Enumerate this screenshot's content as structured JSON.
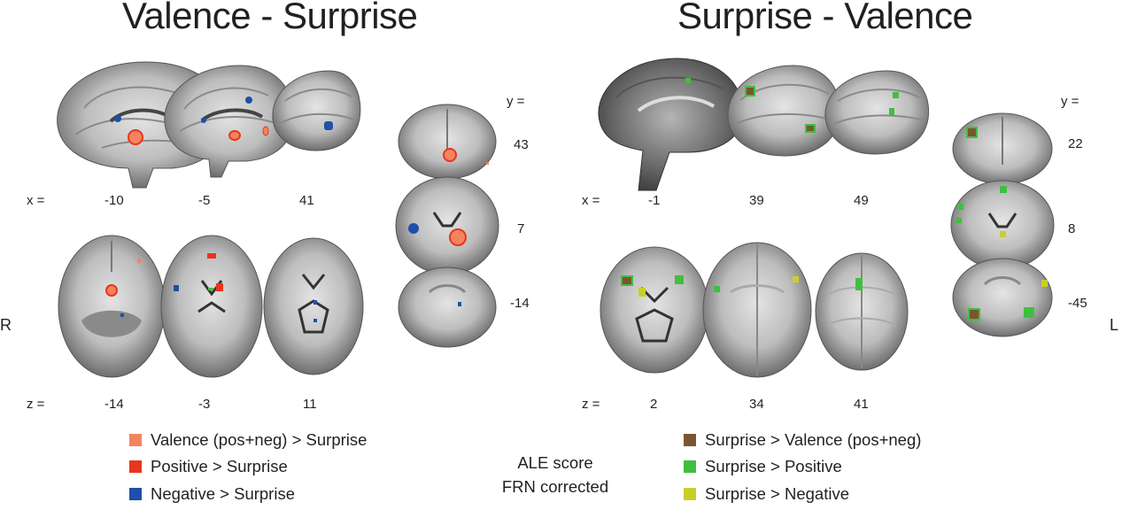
{
  "panels": {
    "left": {
      "title": "Valence - Surprise",
      "x_prefix": "x =",
      "x_values": [
        "-10",
        "-5",
        "41"
      ],
      "z_prefix": "z =",
      "z_values": [
        "-14",
        "-3",
        "11"
      ],
      "y_prefix": "y =",
      "y_values": [
        "43",
        "7",
        "-14"
      ]
    },
    "right": {
      "title": "Surprise - Valence",
      "x_prefix": "x =",
      "x_values": [
        "-1",
        "39",
        "49"
      ],
      "z_prefix": "z =",
      "z_values": [
        "2",
        "34",
        "41"
      ],
      "y_prefix": "y =",
      "y_values": [
        "22",
        "8",
        "-45"
      ]
    }
  },
  "orientation": {
    "right_label": "R",
    "left_label": "L"
  },
  "legend_left": [
    {
      "label": "Valence (pos+neg) > Surprise",
      "color": "#f4845f"
    },
    {
      "label": "Positive > Surprise",
      "color": "#e8351f"
    },
    {
      "label": "Negative > Surprise",
      "color": "#1f4fa8"
    }
  ],
  "legend_right": [
    {
      "label": "Surprise > Valence (pos+neg)",
      "color": "#7b5531"
    },
    {
      "label": "Surprise > Positive",
      "color": "#3fbf3f"
    },
    {
      "label": "Surprise > Negative",
      "color": "#c8cf2a"
    }
  ],
  "center_note": {
    "line1": "ALE score",
    "line2": "FRN corrected"
  }
}
